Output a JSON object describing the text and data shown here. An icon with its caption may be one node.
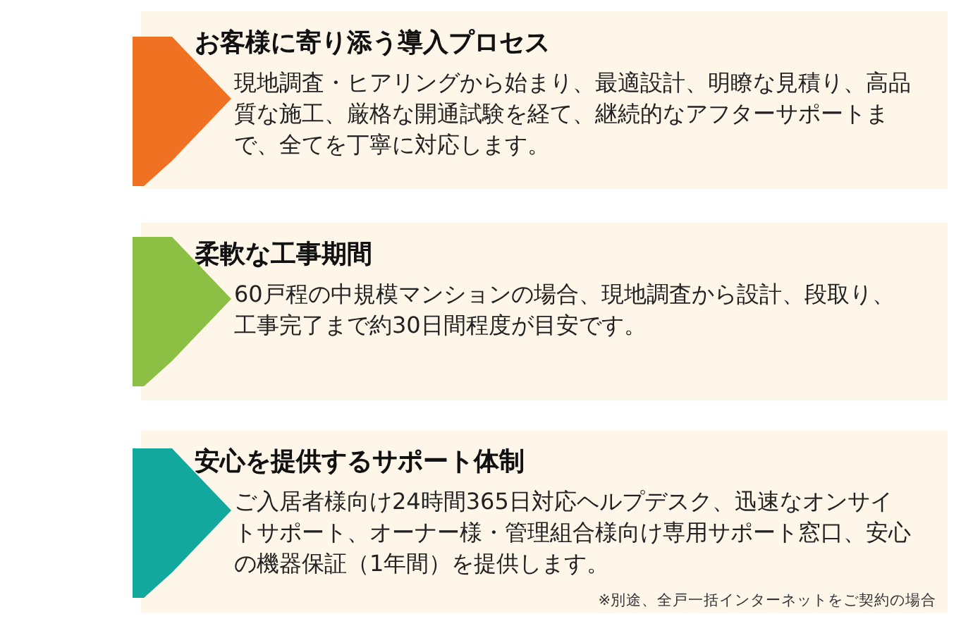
{
  "diagram": {
    "nodes": [
      {
        "text": [
          "お客様に寄り添う導入プロセス",
          "現地調査・ヒアリングから始まり、最適設計、明瞭な見積り、高品質な施工、厳格な開通試験を経て、継続的なアフターサポートまで、全てを丁寧に対応します。"
        ]
      },
      {
        "text": [
          "柔軟な工事期間",
          "60戸程の中規模マンションの場合、現地調査から設計、段取り、工事完了まで約30日間程度が目安です。"
        ]
      },
      {
        "text": [
          "安心を提供するサポート体制",
          "ご入居者様向け24時間365日対応ヘルプデスク、迅速なオンサイトサポート、オーナー様・管理組合様向け専用サポート窓口、安心の機器保証（1年間）を提供します。"
        ]
      }
    ],
    "labels": [
      "※別途、全戸一括インターネットをご契約の場合"
    ]
  }
}
